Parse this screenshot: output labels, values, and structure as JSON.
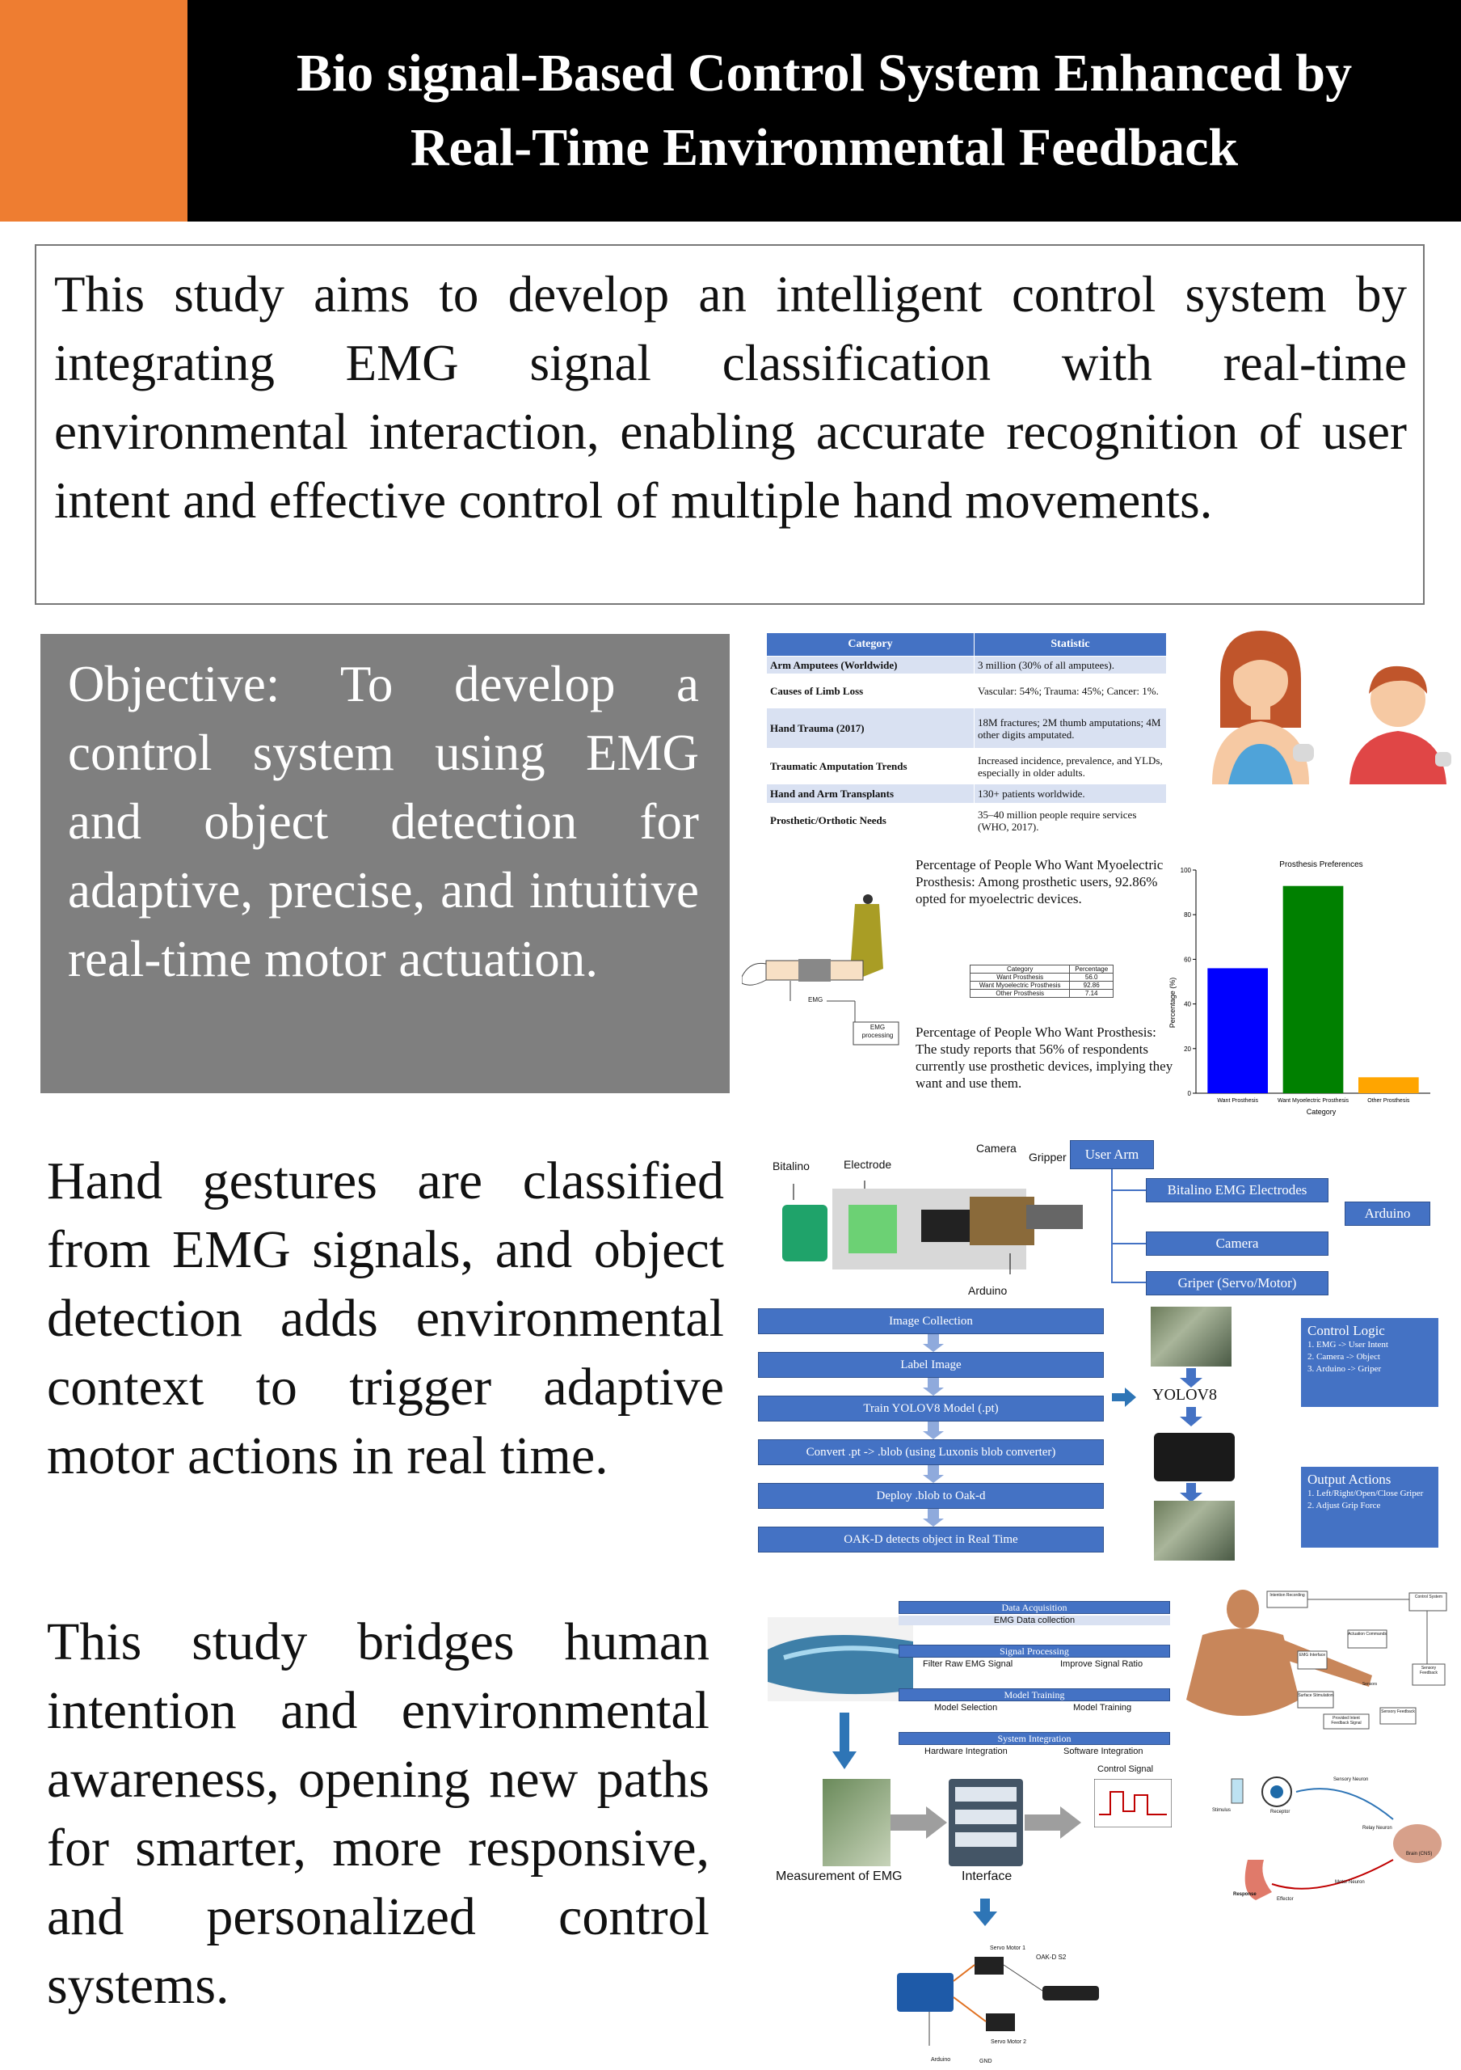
{
  "header": {
    "title_line1": "Bio signal-Based Control System Enhanced by",
    "title_line2": "Real-Time Environmental Feedback"
  },
  "intro": "This study aims to develop an intelligent control system by integrating EMG signal classification with real-time environmental interaction, enabling accurate recognition of user intent and effective control of multiple hand movements.",
  "objective": "Objective: To develop a control system using EMG and object detection for adaptive, precise, and intuitive real-time motor actuation.",
  "gestures_text": "Hand gestures are classified from EMG signals, and object detection adds environmental context to trigger adaptive motor actions in real time.",
  "bridges_text": "This study bridges human intention and environmental awareness, opening new paths for smarter, more responsive, and personalized control systems.",
  "stats_table": {
    "headers": [
      "Category",
      "Statistic"
    ],
    "rows": [
      [
        "Arm Amputees (Worldwide)",
        "3 million (30% of all amputees)."
      ],
      [
        "Causes of Limb Loss",
        "Vascular: 54%; Trauma: 45%; Cancer: 1%."
      ],
      [
        "Hand Trauma (2017)",
        "18M fractures; 2M thumb amputations; 4M other digits amputated."
      ],
      [
        "Traumatic Amputation Trends",
        "Increased incidence, prevalence, and YLDs, especially in older adults."
      ],
      [
        "Hand and Arm Transplants",
        "130+ patients worldwide."
      ],
      [
        "Prosthetic/Orthotic Needs",
        "35–40 million people require services (WHO, 2017)."
      ]
    ]
  },
  "prosthesis_text1": "Percentage of People Who Want Myoelectric Prosthesis: Among prosthetic users, 92.86% opted for myoelectric devices.",
  "prosthesis_text2": "Percentage of People Who Want Prosthesis: The study reports that 56% of respondents currently use prosthetic devices, implying they want and use them.",
  "arm_diagram": {
    "emg_label": "EMG",
    "processing_label": "EMG processing"
  },
  "mini_table": {
    "headers": [
      "Category",
      "Percentage"
    ],
    "rows": [
      [
        "Want Prosthesis",
        "56.0"
      ],
      [
        "Want Myoelectric Prosthesis",
        "92.86"
      ],
      [
        "Other Prosthesis",
        "7.14"
      ]
    ]
  },
  "chart_data": {
    "type": "bar",
    "title": "Prosthesis Preferences",
    "xlabel": "Category",
    "ylabel": "Percentage (%)",
    "categories": [
      "Want Prosthesis",
      "Want Myoelectric Prosthesis",
      "Other Prosthesis"
    ],
    "values": [
      56.0,
      92.86,
      7.14
    ],
    "colors": [
      "#0000ff",
      "#008000",
      "#ffa500"
    ],
    "ylim": [
      0,
      100
    ],
    "yticks": [
      0,
      20,
      40,
      60,
      80,
      100
    ]
  },
  "hardware": {
    "labels": {
      "bitalino": "Bitalino",
      "electrode": "Electrode",
      "camera": "Camera",
      "gripper": "Gripper",
      "arduino": "Arduino"
    },
    "user_arm": "User Arm",
    "tree": [
      "Bitalino EMG Electrodes",
      "Camera",
      "Griper (Servo/Motor)"
    ],
    "arduino_box": "Arduino"
  },
  "yolo_flow": {
    "steps": [
      "Image Collection",
      "Label Image",
      "Train YOLOV8 Model (.pt)",
      "Convert .pt -> .blob (using Luxonis blob converter)",
      "Deploy .blob to Oak-d",
      "OAK-D detects object in Real Time"
    ],
    "yolo_label": "YOLOV8"
  },
  "control_logic": {
    "title": "Control Logic",
    "items": [
      "1. EMG  -> User Intent",
      "2. Camera -> Object",
      "3. Arduino -> Griper"
    ]
  },
  "output_actions": {
    "title": "Output Actions",
    "items": [
      "1. Left/Right/Open/Close Griper",
      "2. Adjust Grip Force"
    ]
  },
  "pipeline": [
    {
      "title": "Data Acquisition",
      "left": "EMG Data collection",
      "right": ""
    },
    {
      "title": "Signal Processing",
      "left": "Filter Raw EMG Signal",
      "right": "Improve Signal Ratio"
    },
    {
      "title": "Model Training",
      "left": "Model Selection",
      "right": "Model Training"
    },
    {
      "title": "System Integration",
      "left": "Hardware Integration",
      "right": "Software Integration"
    }
  ],
  "signal_chain": {
    "measurement": "Measurement  of   EMG",
    "interface": "Interface",
    "control_signal": "Control Signal"
  },
  "circuit": {
    "servo1": "Servo Motor 1",
    "servo2": "Servo Motor 2",
    "oak": "OAK-D S2",
    "arduino": "Arduino",
    "gnd": "GND"
  },
  "neuro": {
    "stimulus": "Stimulus",
    "receptor": "Receptor",
    "sensory": "Sensory Neuron",
    "relay": "Relay Neuron",
    "brain": "Brain (CNS)",
    "motor": "Motor Neuron",
    "effector": "Effector",
    "response": "Response"
  },
  "body_diagram": {
    "labels": [
      "Intention Recording",
      "Control System",
      "EMG Interface",
      "Actuation Commands",
      "Sensory Feedback",
      "Surface Stimulation",
      "Sensors",
      "Sensory Feedback",
      "Provided Intent Feedback Signal"
    ]
  },
  "colors": {
    "orange": "#ee7d31",
    "blue": "#4472c4",
    "gray": "#7f7f7f"
  }
}
